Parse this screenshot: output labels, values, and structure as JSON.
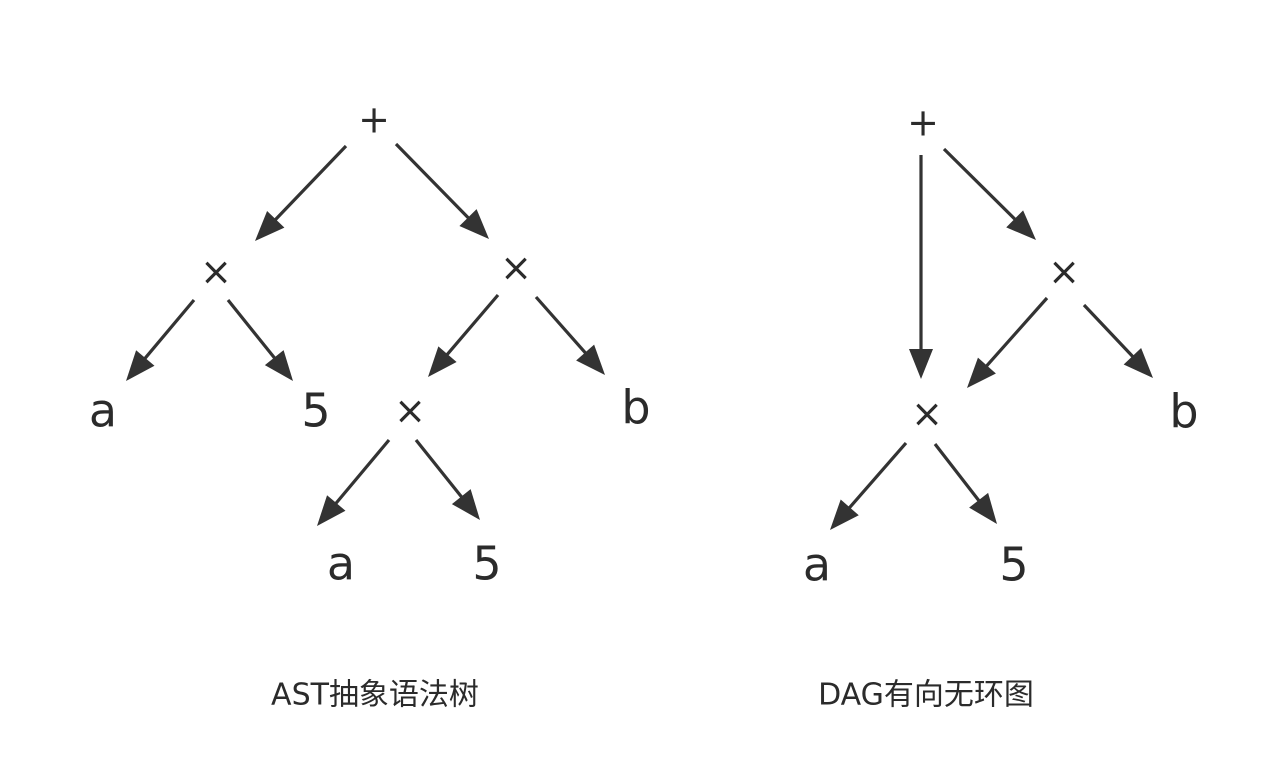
{
  "ast": {
    "caption": "AST抽象语法树",
    "nodes": {
      "root_plus": "+",
      "mul_left": "×",
      "mul_right": "×",
      "leaf_a_top": "a",
      "leaf_5_top": "5",
      "mul_inner": "×",
      "leaf_b": "b",
      "leaf_a_bottom": "a",
      "leaf_5_bottom": "5"
    }
  },
  "dag": {
    "caption": "DAG有向无环图",
    "nodes": {
      "root_plus": "+",
      "mul_upper": "×",
      "mul_lower": "×",
      "leaf_b": "b",
      "leaf_a": "a",
      "leaf_5": "5"
    }
  },
  "colors": {
    "ink": "#2b2b2b",
    "edge": "#333333",
    "background": "#ffffff"
  }
}
